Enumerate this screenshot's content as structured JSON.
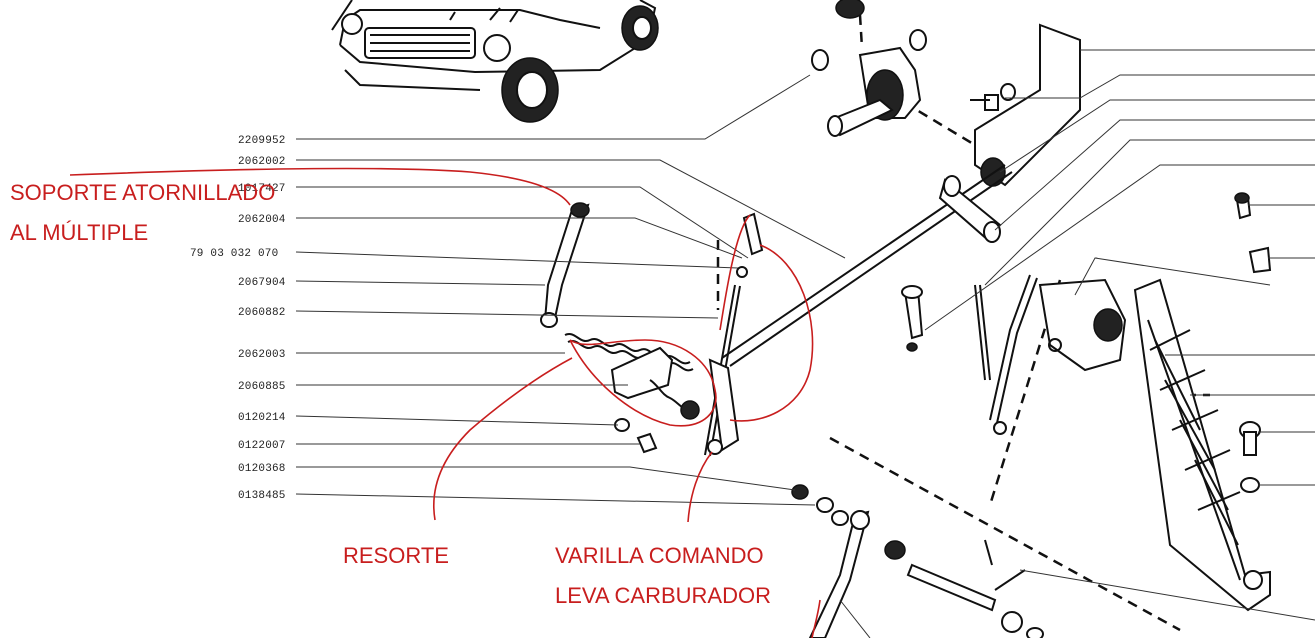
{
  "part_numbers": [
    "2209952",
    "2062002",
    "1017427",
    "2062004",
    "79 03 032 070",
    "2067904",
    "2060882",
    "2062003",
    "2060885",
    "0120214",
    "0122007",
    "0120368",
    "0138485"
  ],
  "annotations": {
    "soporte_line1": "SOPORTE ATORNILLADO",
    "soporte_line2": "AL MÚLTIPLE",
    "resorte": "RESORTE",
    "varilla_line1": "VARILLA COMANDO",
    "varilla_line2": "LEVA CARBURADOR"
  },
  "colors": {
    "annotation": "#c81e1e",
    "ink": "#111111"
  }
}
